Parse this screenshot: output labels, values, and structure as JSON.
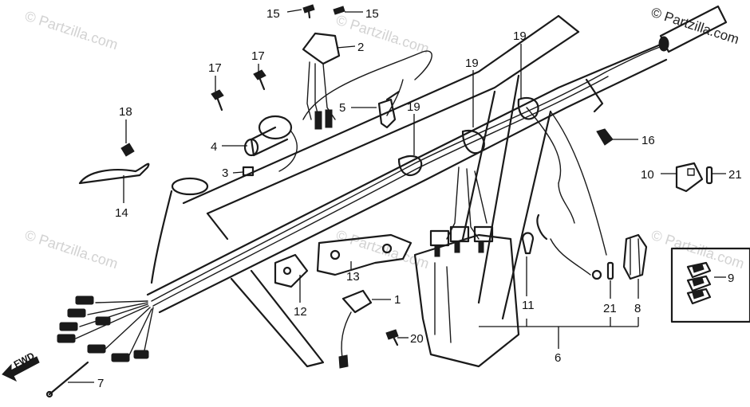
{
  "watermark": {
    "text": "© Partzilla.com",
    "corner_text": "© Partzilla.com"
  },
  "direction_label": "FWD",
  "callouts": [
    {
      "id": "c15a",
      "label": "15"
    },
    {
      "id": "c15b",
      "label": "15"
    },
    {
      "id": "c2",
      "label": "2"
    },
    {
      "id": "c17a",
      "label": "17"
    },
    {
      "id": "c17b",
      "label": "17"
    },
    {
      "id": "c18",
      "label": "18"
    },
    {
      "id": "c5",
      "label": "5"
    },
    {
      "id": "c19a",
      "label": "19"
    },
    {
      "id": "c19b",
      "label": "19"
    },
    {
      "id": "c19c",
      "label": "19"
    },
    {
      "id": "c4",
      "label": "4"
    },
    {
      "id": "c3",
      "label": "3"
    },
    {
      "id": "c14",
      "label": "14"
    },
    {
      "id": "c16",
      "label": "16"
    },
    {
      "id": "c10",
      "label": "10"
    },
    {
      "id": "c21a",
      "label": "21"
    },
    {
      "id": "c13",
      "label": "13"
    },
    {
      "id": "c9",
      "label": "9"
    },
    {
      "id": "c12",
      "label": "12"
    },
    {
      "id": "c1",
      "label": "1"
    },
    {
      "id": "c11",
      "label": "11"
    },
    {
      "id": "c21b",
      "label": "21"
    },
    {
      "id": "c8",
      "label": "8"
    },
    {
      "id": "c20",
      "label": "20"
    },
    {
      "id": "c6",
      "label": "6"
    },
    {
      "id": "c7",
      "label": "7"
    }
  ]
}
